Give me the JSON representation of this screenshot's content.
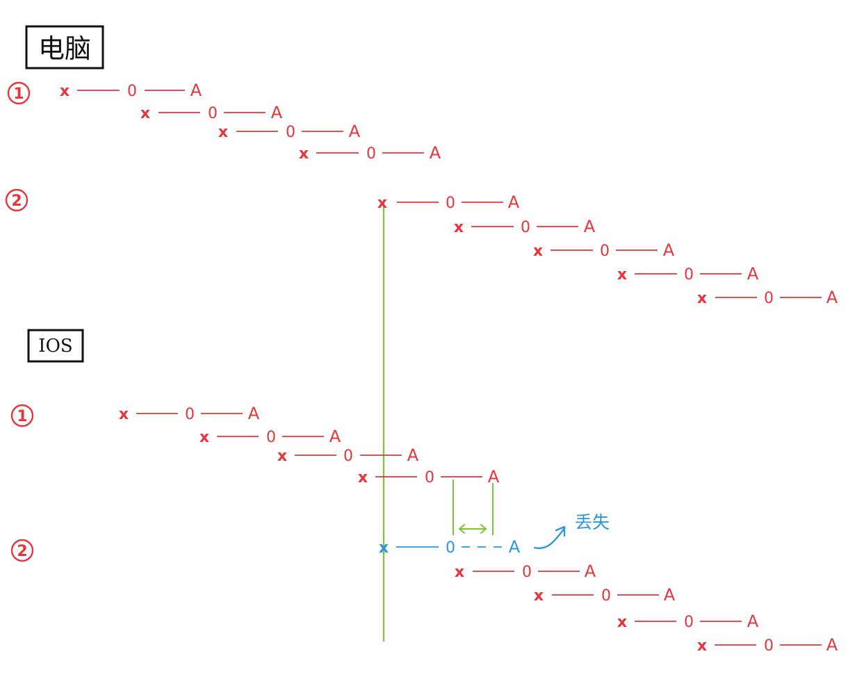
{
  "sections": [
    {
      "label": "电脑",
      "groups": [
        {
          "number": "1",
          "rows": [
            {
              "x": "x",
              "o": "0",
              "a": "A",
              "state": "normal"
            },
            {
              "x": "x",
              "o": "0",
              "a": "A",
              "state": "normal"
            },
            {
              "x": "x",
              "o": "0",
              "a": "A",
              "state": "normal"
            },
            {
              "x": "x",
              "o": "0",
              "a": "A",
              "state": "normal"
            }
          ]
        },
        {
          "number": "2",
          "rows": [
            {
              "x": "x",
              "o": "0",
              "a": "A",
              "state": "normal"
            },
            {
              "x": "x",
              "o": "0",
              "a": "A",
              "state": "normal"
            },
            {
              "x": "x",
              "o": "0",
              "a": "A",
              "state": "normal"
            },
            {
              "x": "x",
              "o": "0",
              "a": "A",
              "state": "normal"
            },
            {
              "x": "x",
              "o": "0",
              "a": "A",
              "state": "normal"
            }
          ]
        }
      ]
    },
    {
      "label": "IOS",
      "groups": [
        {
          "number": "1",
          "rows": [
            {
              "x": "x",
              "o": "0",
              "a": "A",
              "state": "normal"
            },
            {
              "x": "x",
              "o": "0",
              "a": "A",
              "state": "normal"
            },
            {
              "x": "x",
              "o": "0",
              "a": "A",
              "state": "normal"
            },
            {
              "x": "x",
              "o": "0",
              "a": "A",
              "state": "normal"
            }
          ]
        },
        {
          "number": "2",
          "rows": [
            {
              "x": "x",
              "o": "0",
              "a": "A",
              "state": "lost"
            },
            {
              "x": "x",
              "o": "0",
              "a": "A",
              "state": "normal"
            },
            {
              "x": "x",
              "o": "0",
              "a": "A",
              "state": "normal"
            },
            {
              "x": "x",
              "o": "0",
              "a": "A",
              "state": "normal"
            },
            {
              "x": "x",
              "o": "0",
              "a": "A",
              "state": "normal"
            }
          ]
        }
      ]
    }
  ],
  "lost_annotation": "丢失",
  "colors": {
    "ink": "#e8343a",
    "lost": "#2b97e0",
    "guide": "#7cc33a",
    "box": "#111111"
  }
}
